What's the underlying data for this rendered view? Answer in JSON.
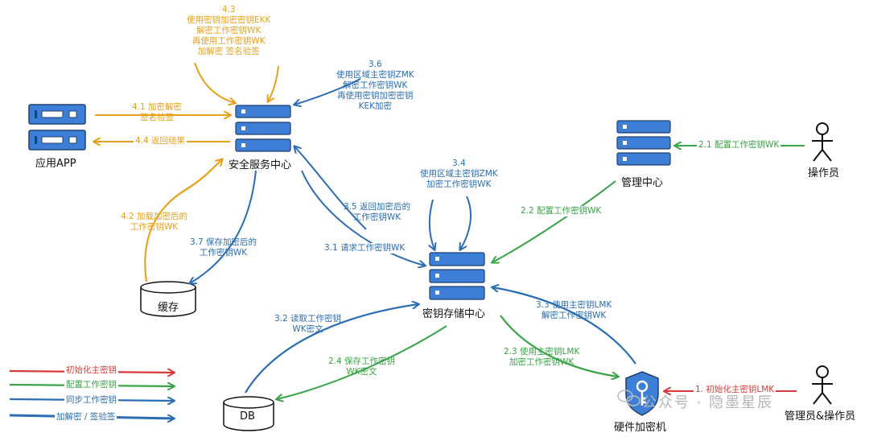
{
  "nodes": {
    "app": "应用APP",
    "security_center": "安全服务中心",
    "cache": "缓存",
    "key_store": "密钥存储中心",
    "mgmt_center": "管理中心",
    "operator": "操作员",
    "db": "DB",
    "hsm": "硬件加密机",
    "admin_operator": "管理员&操作员"
  },
  "labels": {
    "l43": [
      "4.3",
      "使用密钥加密密钥EKK",
      "解密工作密钥WK",
      "再使用工作密钥WK",
      "加解密  签名验签"
    ],
    "l36": [
      "3.6",
      "使用区域主密钥ZMK",
      "解密工作密钥WK",
      "再使用密钥加密密钥",
      "KEK加密"
    ],
    "l41": [
      "4.1  加密解密",
      "签名验签"
    ],
    "l44": [
      "4.4  返回结果"
    ],
    "l34": [
      "3.4",
      "使用区域主密钥ZMK",
      "加密工作密钥WK"
    ],
    "l21": [
      "2.1  配置工作密钥WK"
    ],
    "l22": [
      "2.2  配置工作密钥WK"
    ],
    "l35": [
      "3.5  返回加密后的",
      "工作密钥WK"
    ],
    "l42": [
      "4.2  加载加密后的",
      "工作密钥WK"
    ],
    "l37": [
      "3.7  保存加密后的",
      "工作密钥WK"
    ],
    "l31": [
      "3.1  请求工作密钥WK"
    ],
    "l33": [
      "3.3  使用主密钥LMK",
      "解密工作密钥WK"
    ],
    "l32": [
      "3.2  读取工作密钥",
      "WK密文"
    ],
    "l24": [
      "2.4  保存工作密钥",
      "WK密文"
    ],
    "l23": [
      "2.3  使用主密钥LMK",
      "加密工作密钥WK"
    ],
    "l1": [
      "1. 初始化主密钥LMK"
    ]
  },
  "legend": [
    {
      "label": "初始化主密钥",
      "color": "#d83a3a"
    },
    {
      "label": "配置工作密钥",
      "color": "#3aa346"
    },
    {
      "label": "同步工作密钥",
      "color": "#2a6db5"
    },
    {
      "label": "加解密 / 签验签",
      "color": "#2a6db5"
    }
  ],
  "watermark": "公众号 · 隐墨星辰",
  "colors": {
    "blue": "#2a6db5",
    "orange": "#e8a01c",
    "green": "#3aa346",
    "red": "#d83a3a",
    "server_fill": "#3d7fd6"
  },
  "icons": {
    "server": "server-icon",
    "person": "person-icon",
    "database": "database-icon",
    "shield_key": "shield-key-icon",
    "wechat": "wechat-icon"
  }
}
